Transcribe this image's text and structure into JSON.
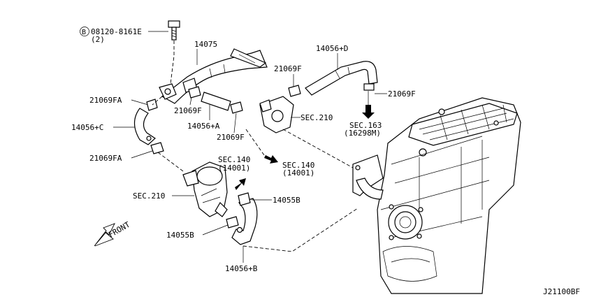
{
  "labels": {
    "bolt_circle": "B",
    "bolt": "08120-8161E",
    "bolt_qty": "(2)",
    "p14075": "14075",
    "p14056d": "14056+D",
    "p21069f_top": "21069F",
    "p21069f_right": "21069F",
    "p21069fa_top": "21069FA",
    "p21069f_mid": "21069F",
    "p14056a": "14056+A",
    "p21069f_low": "21069F",
    "p14056c": "14056+C",
    "sec210_right": "SEC.210",
    "sec163": "SEC.163",
    "sec163_sub": "(16298M)",
    "p21069fa_bottom": "21069FA",
    "sec140_left": "SEC.140",
    "sec140_left_sub": "(14001)",
    "sec140_right": "SEC.140",
    "sec140_right_sub": "(14001)",
    "sec210_left": "SEC.210",
    "p14055b_right": "14055B",
    "p14055b_left": "14055B",
    "p14056b": "14056+B",
    "front": "FRONT",
    "code": "J21100BF"
  }
}
